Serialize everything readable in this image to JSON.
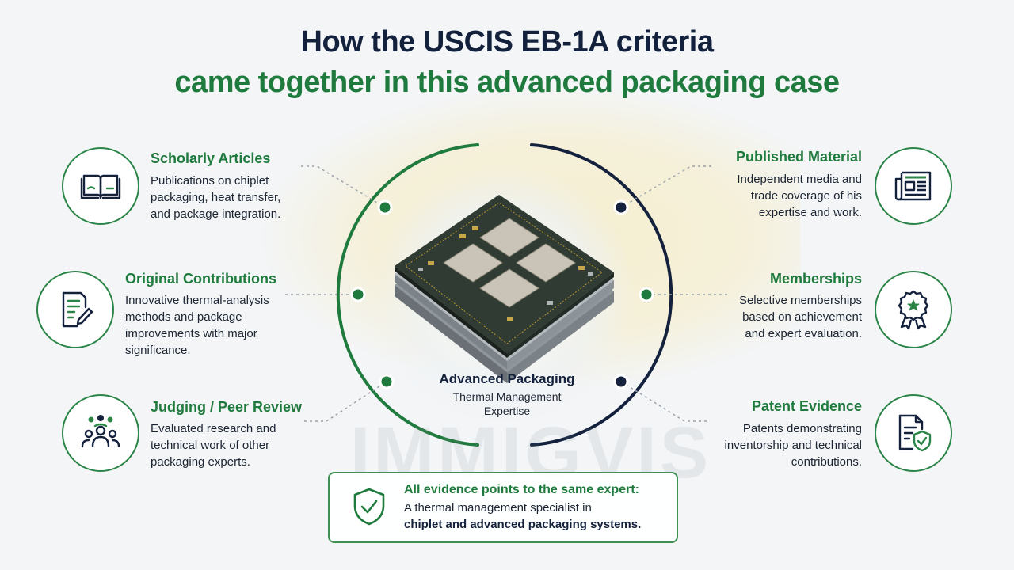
{
  "title": {
    "line1": "How the USCIS EB-1A criteria",
    "line2": "came together in this advanced packaging case"
  },
  "criteria": [
    {
      "side": "left",
      "icon": "open-book-icon",
      "title": "Scholarly Articles",
      "lines": [
        "Publications on chiplet",
        "packaging, heat transfer,",
        "and package integration."
      ]
    },
    {
      "side": "left",
      "icon": "document-pen-icon",
      "title": "Original Contributions",
      "lines": [
        "Innovative thermal-analysis",
        "methods and package",
        "improvements with major",
        "significance."
      ]
    },
    {
      "side": "left",
      "icon": "group-people-icon",
      "title": "Judging / Peer Review",
      "lines": [
        "Evaluated research and",
        "technical work of other",
        "packaging experts."
      ]
    },
    {
      "side": "right",
      "icon": "newspaper-icon",
      "title": "Published Material",
      "lines": [
        "Independent media and",
        "trade coverage of his",
        "expertise and work."
      ]
    },
    {
      "side": "right",
      "icon": "award-badge-icon",
      "title": "Memberships",
      "lines": [
        "Selective memberships",
        "based on achievement",
        "and expert evaluation."
      ]
    },
    {
      "side": "right",
      "icon": "patent-document-icon",
      "title": "Patent Evidence",
      "lines": [
        "Patents demonstrating",
        "inventorship and technical",
        "contributions."
      ]
    }
  ],
  "center": {
    "title": "Advanced Packaging",
    "subtitle_line1": "Thermal Management",
    "subtitle_line2": "Expertise"
  },
  "watermark": "IMMIGVIS",
  "summary": {
    "title": "All evidence points to the same expert:",
    "line1": "A thermal management specialist in",
    "line2": "chiplet and advanced packaging systems."
  },
  "colors": {
    "green": "#1f7a3d",
    "navy": "#14213d",
    "background": "#f3f5f7"
  }
}
